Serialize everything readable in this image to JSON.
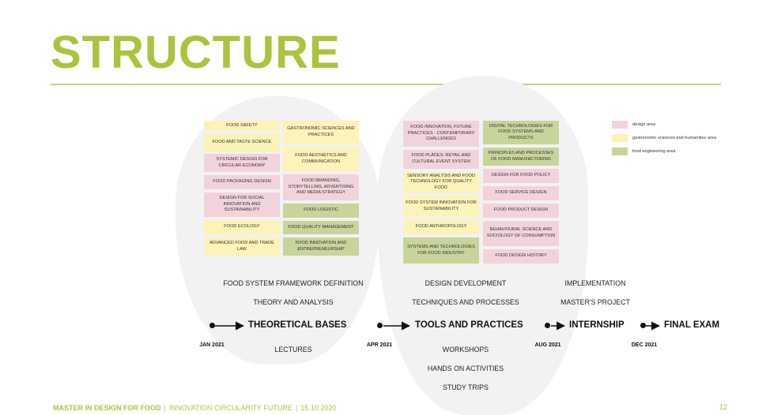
{
  "slide": {
    "title": "STRUCTURE",
    "footer": {
      "program": "MASTER IN DESIGN FOR FOOD",
      "separator": "|",
      "subtitle": "INNOVATION CIRCULARITY FUTURE",
      "date": "15.10.2020"
    },
    "page_number": "12"
  },
  "legend": [
    {
      "label": "design area",
      "color": "#f2d3db"
    },
    {
      "label": "gastronomic sciences and humanities area",
      "color": "#fbf3b8"
    },
    {
      "label": "food engineering area",
      "color": "#c7d59a"
    }
  ],
  "courses": {
    "col1": [
      {
        "text": "FOOD SAFETY",
        "area": "yellow"
      },
      {
        "text": "FOOD AND TASTE SCIENCE",
        "area": "yellow"
      },
      {
        "text": "SYSTEMIC DESIGN FOR CIRCULAR ECONOMY",
        "area": "pink"
      },
      {
        "text": "FOOD PACKAGING DESIGN",
        "area": "pink"
      },
      {
        "text": "DESIGN FOR SOCIAL INNOVATION AND SUSTAINABILITY",
        "area": "pink"
      },
      {
        "text": "FOOD ECOLOGY",
        "area": "yellow"
      },
      {
        "text": "ADVANCED FOOD AND TRADE LAW",
        "area": "yellow"
      }
    ],
    "col2": [
      {
        "text": "GASTRONOMIC SCIENCES AND PRACTICES",
        "area": "yellow"
      },
      {
        "text": "FOOD AESTHETICS AND COMMUNICATION",
        "area": "yellow"
      },
      {
        "text": "FOOD BRANDING, STORYTELLING, ADVERTISING AND MEDIA STRATEGY",
        "area": "pink"
      },
      {
        "text": "FOOD LOGISTIC",
        "area": "green"
      },
      {
        "text": "FOOD QUALITY MANAGEMENT",
        "area": "green"
      },
      {
        "text": "FOOD INNOVATION AND ENTREPRENEURSHIP",
        "area": "green"
      }
    ],
    "col3": [
      {
        "text": "FOOD INNOVATION, FUTURE PRACTICES - CONTEMPORARY CHALLENGES",
        "area": "pink"
      },
      {
        "text": "FOOD PLACES: RETAIL AND CULTURAL EVENT SYSTEM",
        "area": "pink"
      },
      {
        "text": "SENSORY ANALYSIS AND FOOD TECHNOLOGY FOR QUALITY FOOD",
        "area": "yellow"
      },
      {
        "text": "FOOD SYSTEM INNOVATION FOR SUSTAINABILITY",
        "area": "yellow"
      },
      {
        "text": "FOOD ANTHROPOLOGY",
        "area": "yellow"
      },
      {
        "text": "SYSTEMS AND TECHNOLOGIES FOR FOOD INDUSTRY",
        "area": "green"
      }
    ],
    "col4": [
      {
        "text": "DIGITAL TECHNOLOGIES FOR FOOD SYSTEMS AND PRODUCTS",
        "area": "green"
      },
      {
        "text": "PRINCIPLES AND PROCESSES OF FOOD MANUFACTORING",
        "area": "green"
      },
      {
        "text": "DESIGN FOR FOOD POLICY",
        "area": "pink"
      },
      {
        "text": "FOOD SERVICE DESIGN",
        "area": "pink"
      },
      {
        "text": "FOOD PRODUCT DESIGN",
        "area": "pink"
      },
      {
        "text": "BEHAVIOURAL SCIENCE AND SOCIOLOGY OF CONSUMPTION",
        "area": "pink"
      },
      {
        "text": "FOOD DESIGN HISTORY",
        "area": "pink"
      }
    ]
  },
  "phases": [
    {
      "name": "THEORETICAL BASES",
      "start_date": "JAN 2021",
      "above": [
        "FOOD SYSTEM FRAMEWORK DEFINITION",
        "THEORY AND ANALYSIS"
      ],
      "below": [
        "LECTURES"
      ]
    },
    {
      "name": "TOOLS AND PRACTICES",
      "start_date": "APR 2021",
      "above": [
        "DESIGN DEVELOPMENT",
        "TECHNIQUES AND PROCESSES"
      ],
      "below": [
        "WORKSHOPS",
        "HANDS ON ACTIVITIES",
        "STUDY TRIPS"
      ]
    },
    {
      "name": "INTERNSHIP",
      "start_date": "AUG 2021",
      "above": [
        "IMPLEMENTATION",
        "MASTER'S PROJECT"
      ],
      "below": []
    },
    {
      "name": "FINAL EXAM",
      "start_date": "DEC 2021",
      "above": [],
      "below": []
    }
  ]
}
